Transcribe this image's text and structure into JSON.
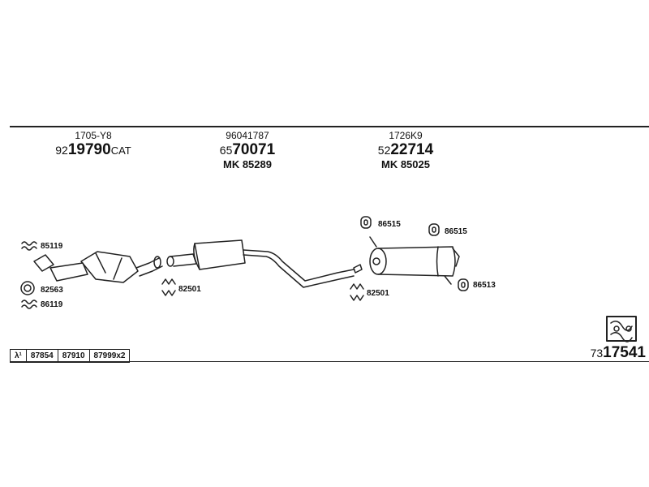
{
  "parts": {
    "cat": {
      "header": "1705-Y8",
      "pn_prefix": "92",
      "pn_main": "19790",
      "pn_suffix": "CAT"
    },
    "mid": {
      "header": "96041787",
      "pn_prefix": "65",
      "pn_main": "70071",
      "mk": "MK 85289"
    },
    "rear": {
      "header": "1726K9",
      "pn_prefix": "52",
      "pn_main": "22714",
      "mk": "MK 85025"
    }
  },
  "labels": {
    "clamp_top_left": "85119",
    "ring_left": "82563",
    "clamp_bottom_left": "86119",
    "clamp_mid": "82501",
    "clamp_rear": "82501",
    "hanger_1": "86515",
    "hanger_2": "86515",
    "hanger_3": "86513"
  },
  "reference_bar": {
    "lambda": "λ¹",
    "cells": [
      "87854",
      "87910",
      "87999x2"
    ]
  },
  "diagram_number": {
    "prefix": "73",
    "main": "17541"
  }
}
